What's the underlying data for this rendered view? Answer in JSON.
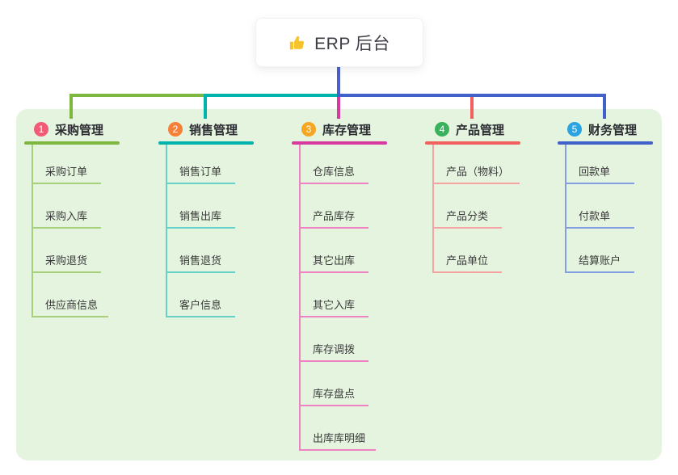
{
  "root": {
    "label": "ERP 后台",
    "icon": "thumbs-up-icon",
    "icon_color": "#f6c32c",
    "connector_color": "#4a5fd1"
  },
  "panel": {
    "background_color": "#e5f4df"
  },
  "branches": [
    {
      "number": "1",
      "label": "采购管理",
      "badge_color": "#f15b75",
      "line_color": "#7eb73f",
      "child_line_color": "#a6d07c",
      "children": [
        "采购订单",
        "采购入库",
        "采购退货",
        "供应商信息"
      ]
    },
    {
      "number": "2",
      "label": "销售管理",
      "badge_color": "#f58139",
      "line_color": "#00b3ad",
      "child_line_color": "#66d0c9",
      "children": [
        "销售订单",
        "销售出库",
        "销售退货",
        "客户信息"
      ]
    },
    {
      "number": "3",
      "label": "库存管理",
      "badge_color": "#f6a623",
      "line_color": "#d63a9f",
      "child_line_color": "#ee82c3",
      "children": [
        "仓库信息",
        "产品库存",
        "其它出库",
        "其它入库",
        "库存调拨",
        "库存盘点",
        "出库库明细"
      ]
    },
    {
      "number": "4",
      "label": "产品管理",
      "badge_color": "#38b25c",
      "line_color": "#f15f5f",
      "child_line_color": "#f5a2a2",
      "children": [
        "产品（物料）",
        "产品分类",
        "产品单位"
      ]
    },
    {
      "number": "5",
      "label": "财务管理",
      "badge_color": "#2aa3e2",
      "line_color": "#4160c9",
      "child_line_color": "#849ee2",
      "children": [
        "回款单",
        "付款单",
        "结算账户"
      ]
    }
  ]
}
